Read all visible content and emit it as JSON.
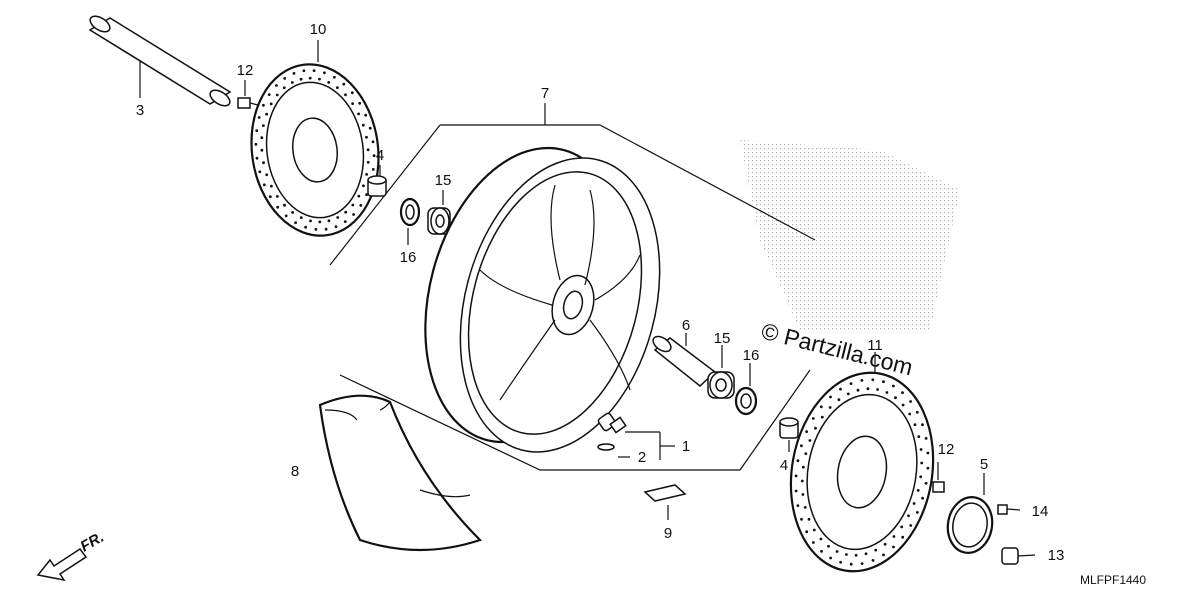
{
  "watermark": "© Partzilla.com",
  "diagram_code": "MLFPF1440",
  "direction_label": "FR.",
  "callouts": {
    "c1": "1",
    "c2": "2",
    "c3": "3",
    "c4a": "4",
    "c4b": "4",
    "c5": "5",
    "c6": "6",
    "c7": "7",
    "c8": "8",
    "c9": "9",
    "c10": "10",
    "c11": "11",
    "c12a": "12",
    "c12b": "12",
    "c13": "13",
    "c14": "14",
    "c15a": "15",
    "c15b": "15",
    "c16a": "16",
    "c16b": "16"
  }
}
